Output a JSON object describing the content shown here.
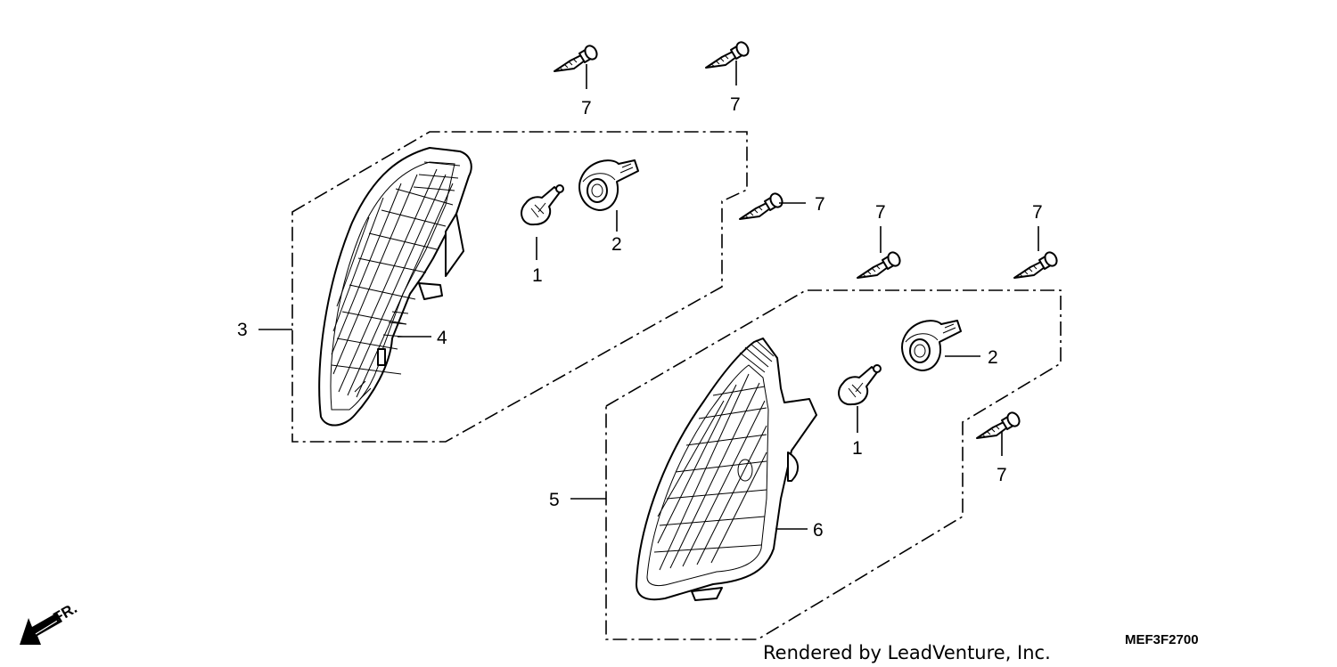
{
  "callouts": {
    "bulb": "1",
    "socket": "2",
    "winker_left": "3",
    "lens_left": "4",
    "winker_right": "5",
    "lens_right": "6",
    "screw": "7"
  },
  "diagram_code": "MEF3F2700",
  "credit": "Rendered by LeadVenture, Inc.",
  "front_indicator": "FR.",
  "icons": [
    "front-direction-arrow-icon",
    "screw-icon",
    "bulb-icon",
    "socket-icon"
  ]
}
